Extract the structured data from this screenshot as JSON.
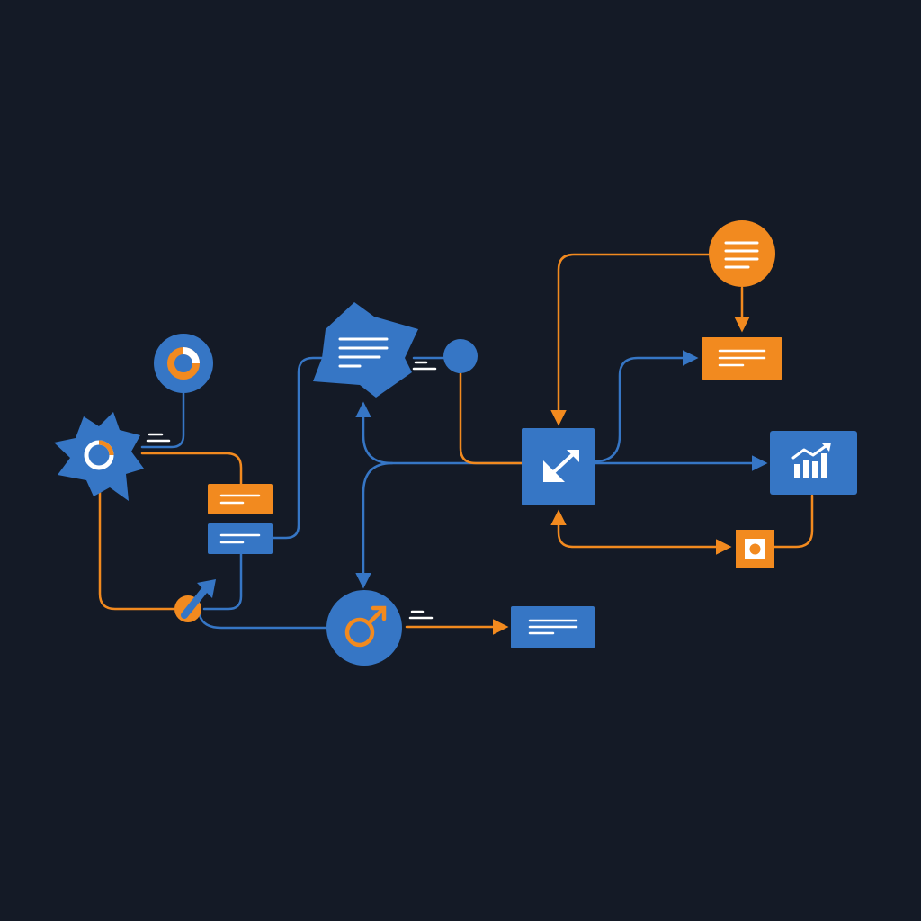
{
  "diagram": {
    "colors": {
      "background": "#141a26",
      "blue": "#3676c5",
      "orange": "#f28a1f",
      "text_line": "#ffffff"
    },
    "nodes": [
      {
        "id": "gear-node",
        "shape": "gear",
        "color": "blue",
        "icon": "ring-icon"
      },
      {
        "id": "donut-node",
        "shape": "circle",
        "color": "blue",
        "icon": "donut-chart-icon"
      },
      {
        "id": "orange-label-card",
        "shape": "rect",
        "color": "orange",
        "icon": "text-lines-icon"
      },
      {
        "id": "blue-label-card",
        "shape": "rect",
        "color": "blue",
        "icon": "text-lines-icon"
      },
      {
        "id": "small-arrow-node",
        "shape": "circle",
        "color": "orange",
        "icon": "arrow-up-right-icon"
      },
      {
        "id": "document-node",
        "shape": "tilted-card",
        "color": "blue",
        "icon": "document-lines-icon"
      },
      {
        "id": "dot-node",
        "shape": "circle",
        "color": "blue",
        "icon": "none"
      },
      {
        "id": "central-hub-node",
        "shape": "circle",
        "color": "blue",
        "icon": "male-symbol-icon"
      },
      {
        "id": "output-card-bottom",
        "shape": "rect",
        "color": "blue",
        "icon": "text-lines-icon"
      },
      {
        "id": "expand-node",
        "shape": "square",
        "color": "blue",
        "icon": "expand-arrows-icon"
      },
      {
        "id": "top-orange-circle-node",
        "shape": "circle",
        "color": "orange",
        "icon": "text-lines-icon"
      },
      {
        "id": "orange-card-right",
        "shape": "rect",
        "color": "orange",
        "icon": "text-lines-icon"
      },
      {
        "id": "chart-card-node",
        "shape": "rect",
        "color": "blue",
        "icon": "bar-chart-trend-icon"
      },
      {
        "id": "small-orange-square-node",
        "shape": "square",
        "color": "orange",
        "icon": "square-dot-icon"
      }
    ],
    "connectors": [
      {
        "from": "donut-node",
        "to": "gear-node",
        "color": "blue"
      },
      {
        "from": "gear-node",
        "to": "orange-label-card",
        "color": "orange"
      },
      {
        "from": "gear-node",
        "to": "small-arrow-node",
        "color": "orange"
      },
      {
        "from": "blue-label-card",
        "to": "document-node",
        "color": "blue"
      },
      {
        "from": "blue-label-card",
        "to": "small-arrow-node",
        "color": "blue"
      },
      {
        "from": "small-arrow-node",
        "to": "central-hub-node",
        "color": "blue"
      },
      {
        "from": "central-hub-node",
        "to": "output-card-bottom",
        "color": "orange",
        "arrow": true
      },
      {
        "from": "expand-node",
        "to": "document-node",
        "color": "blue",
        "arrow": true
      },
      {
        "from": "expand-node",
        "to": "central-hub-node",
        "color": "blue",
        "arrow": true
      },
      {
        "from": "dot-node",
        "to": "expand-node",
        "color": "orange"
      },
      {
        "from": "top-orange-circle-node",
        "to": "expand-node",
        "color": "orange",
        "arrow": true
      },
      {
        "from": "top-orange-circle-node",
        "to": "orange-card-right",
        "color": "orange",
        "arrow": true
      },
      {
        "from": "expand-node",
        "to": "orange-card-right",
        "color": "blue",
        "arrow": true
      },
      {
        "from": "expand-node",
        "to": "chart-card-node",
        "color": "blue",
        "arrow": true
      },
      {
        "from": "chart-card-node",
        "to": "small-orange-square-node",
        "color": "orange"
      },
      {
        "from": "small-orange-square-node",
        "to": "expand-node",
        "color": "orange",
        "arrow": true
      }
    ]
  }
}
